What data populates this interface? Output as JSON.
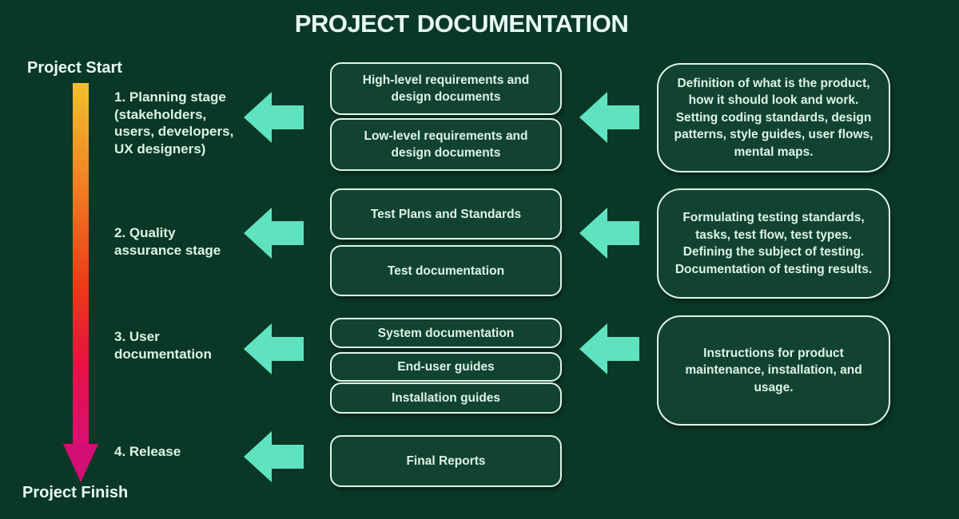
{
  "title": "PROJECT DOCUMENTATION",
  "timeline": {
    "start_label": "Project Start",
    "finish_label": "Project Finish"
  },
  "stages": [
    {
      "label": "1. Planning stage\n(stakeholders,\nusers, developers,\nUX designers)"
    },
    {
      "label": "2. Quality\nassurance stage"
    },
    {
      "label": "3. User\ndocumentation"
    },
    {
      "label": "4. Release"
    }
  ],
  "doc_boxes": [
    {
      "text": "High-level requirements and design documents"
    },
    {
      "text": "Low-level requirements and design documents"
    },
    {
      "text": "Test Plans and Standards"
    },
    {
      "text": "Test documentation"
    },
    {
      "text": "System documentation"
    },
    {
      "text": "End-user guides"
    },
    {
      "text": "Installation guides"
    },
    {
      "text": "Final Reports"
    }
  ],
  "detail_boxes": [
    {
      "text": "Definition of what is the product, how it should look and work. Setting coding standards, design patterns, style guides, user flows, mental maps."
    },
    {
      "text": "Formulating testing standards, tasks, test flow, test types. Defining the subject of testing. Documentation of testing results."
    },
    {
      "text": "Instructions for product maintenance, installation, and usage."
    }
  ],
  "icons": {
    "flow_arrow": "block-arrow-left",
    "timeline_arrowhead": "arrow-down"
  },
  "colors": {
    "bg": "#0a3826",
    "box-fill": "#124331",
    "box-border": "#ddf5e9",
    "text": "#dcf4e8",
    "text-bright": "#e8fdf4",
    "accent": "#5fe3bf",
    "arrowhead": "#d40e74",
    "grad0": "#f2c02f",
    "grad1": "#ef8123",
    "grad2": "#ee3a15",
    "grad3": "#e51242",
    "grad4": "#d90f73"
  }
}
